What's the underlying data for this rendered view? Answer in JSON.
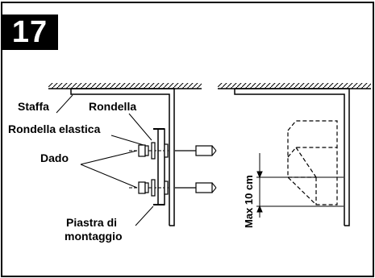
{
  "step": {
    "number": "17"
  },
  "labels": {
    "staffa": "Staffa",
    "rondella": "Rondella",
    "rondella_elastica": "Rondella elastica",
    "dado": "Dado",
    "piastra_line1": "Piastra di",
    "piastra_line2": "montaggio"
  },
  "dimension": {
    "text": "Max 10 cm"
  }
}
